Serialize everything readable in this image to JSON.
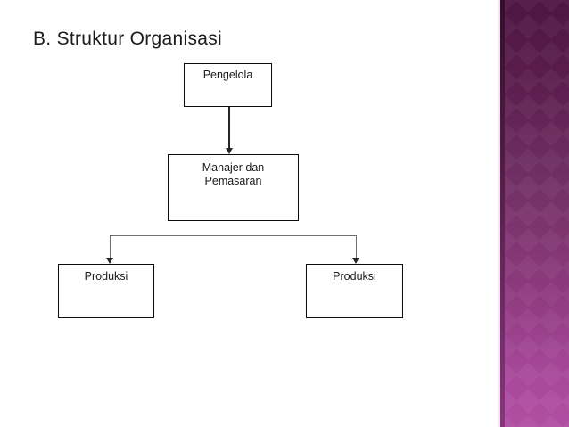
{
  "slide": {
    "title": "B. Struktur Organisasi",
    "background": "#ffffff"
  },
  "diagram": {
    "type": "org-chart",
    "nodes": [
      {
        "id": "pengelola",
        "label": "Pengelola",
        "level": 1
      },
      {
        "id": "manajer-pemasaran",
        "label": "Manajer dan Pemasaran",
        "lines": [
          "Manajer dan",
          "Pemasaran"
        ],
        "level": 2
      },
      {
        "id": "produksi-left",
        "label": "Produksi",
        "level": 3
      },
      {
        "id": "produksi-right",
        "label": "Produksi",
        "level": 3
      }
    ],
    "edges": [
      {
        "from": "pengelola",
        "to": "manajer-pemasaran",
        "style": "straight-arrow"
      },
      {
        "from": "manajer-pemasaran",
        "to": "produksi-left",
        "style": "elbow-arrow"
      },
      {
        "from": "manajer-pemasaran",
        "to": "produksi-right",
        "style": "elbow-arrow"
      }
    ]
  },
  "colors": {
    "title_text": "#1c1c1c",
    "box_border": "#0d0d0d",
    "connector_gray": "#6e6e6e",
    "arrow_dark": "#262626",
    "stripe_top": "#4e1643",
    "stripe_bottom": "#b14fa3",
    "stripe_edge_light": "#efe3f0",
    "stripe_edge_dark": "#330e2b"
  }
}
